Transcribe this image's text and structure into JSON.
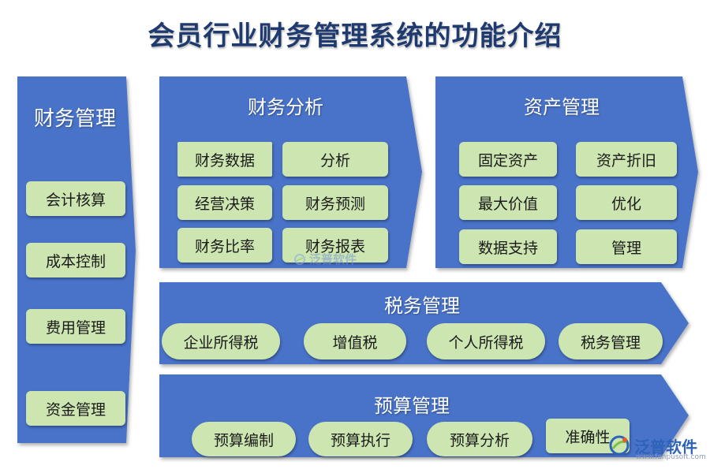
{
  "title": "会员行业财务管理系统的功能介绍",
  "colors": {
    "panel": "#4a73c9",
    "item": "#cde6b1",
    "title": "#1f3a6e"
  },
  "left_panel": {
    "title": "财务管理",
    "items": [
      "会计核算",
      "成本控制",
      "费用管理",
      "资金管理"
    ]
  },
  "analysis": {
    "title": "财务分析",
    "items": [
      "财务数据",
      "分析",
      "经营决策",
      "财务预测",
      "财务比率",
      "财务报表"
    ]
  },
  "assets": {
    "title": "资产管理",
    "items": [
      "固定资产",
      "资产折旧",
      "最大价值",
      "优化",
      "数据支持",
      "管理"
    ]
  },
  "tax": {
    "title": "税务管理",
    "items": [
      "企业所得税",
      "增值税",
      "个人所得税",
      "税务管理"
    ]
  },
  "budget": {
    "title": "预算管理",
    "items": [
      "预算编制",
      "预算执行",
      "预算分析",
      "准确性"
    ]
  },
  "watermark": {
    "brand": "泛普软件",
    "url": "www.fanpusoft.com",
    "icon": "fanpu-logo-icon"
  }
}
